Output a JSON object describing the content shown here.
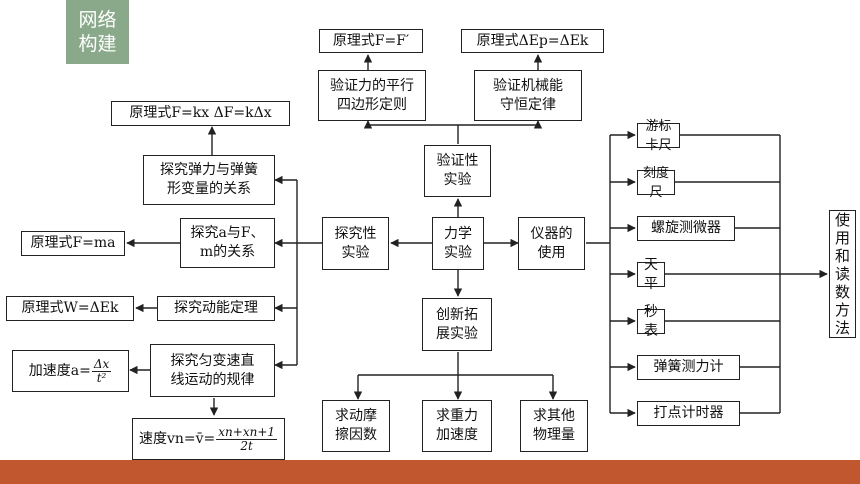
{
  "badge": {
    "line1": "网络",
    "line2": "构建"
  },
  "center": {
    "label": "力学\n实验"
  },
  "verify": {
    "label": "验证性\n实验",
    "parallelogram": {
      "label": "验证力的平行\n四边形定则",
      "formula": "原理式F=F′"
    },
    "energy": {
      "label": "验证机械能\n守恒定律",
      "formula": "原理式ΔEp=ΔEk"
    }
  },
  "explore": {
    "label": "探究性\n实验",
    "spring": {
      "label": "探究弹力与弹簧\n形变量的关系",
      "formula": "原理式F=kx  ΔF=kΔx"
    },
    "newton": {
      "label": "探究a与F、\nm的关系",
      "formula": "原理式F=ma"
    },
    "kinetic": {
      "label": "探究动能定理",
      "formula": "原理式W=ΔEk"
    },
    "motion": {
      "label": "探究匀变速直\n线运动的规律",
      "accel_prefix": "加速度a=",
      "accel_num": "Δx",
      "accel_den": "t²",
      "velocity_prefix": "速度vn=v̄=",
      "velocity_num": "xn+xn+1",
      "velocity_den": "2t"
    }
  },
  "innovate": {
    "label": "创新拓\n展实验",
    "friction": "求动摩\n擦因数",
    "gravity": "求重力\n加速度",
    "other": "求其他\n物理量"
  },
  "instruments": {
    "label": "仪器的\n使用",
    "items": [
      "游标卡尺",
      "刻度尺",
      "螺旋测微器",
      "天平",
      "秒表",
      "弹簧测力计",
      "打点计时器"
    ],
    "method": [
      "使",
      "用",
      "和",
      "读",
      "数",
      "方",
      "法"
    ]
  },
  "colors": {
    "badge": "#8aa98a",
    "bottom_bar": "#c0572f",
    "line": "#222222"
  }
}
